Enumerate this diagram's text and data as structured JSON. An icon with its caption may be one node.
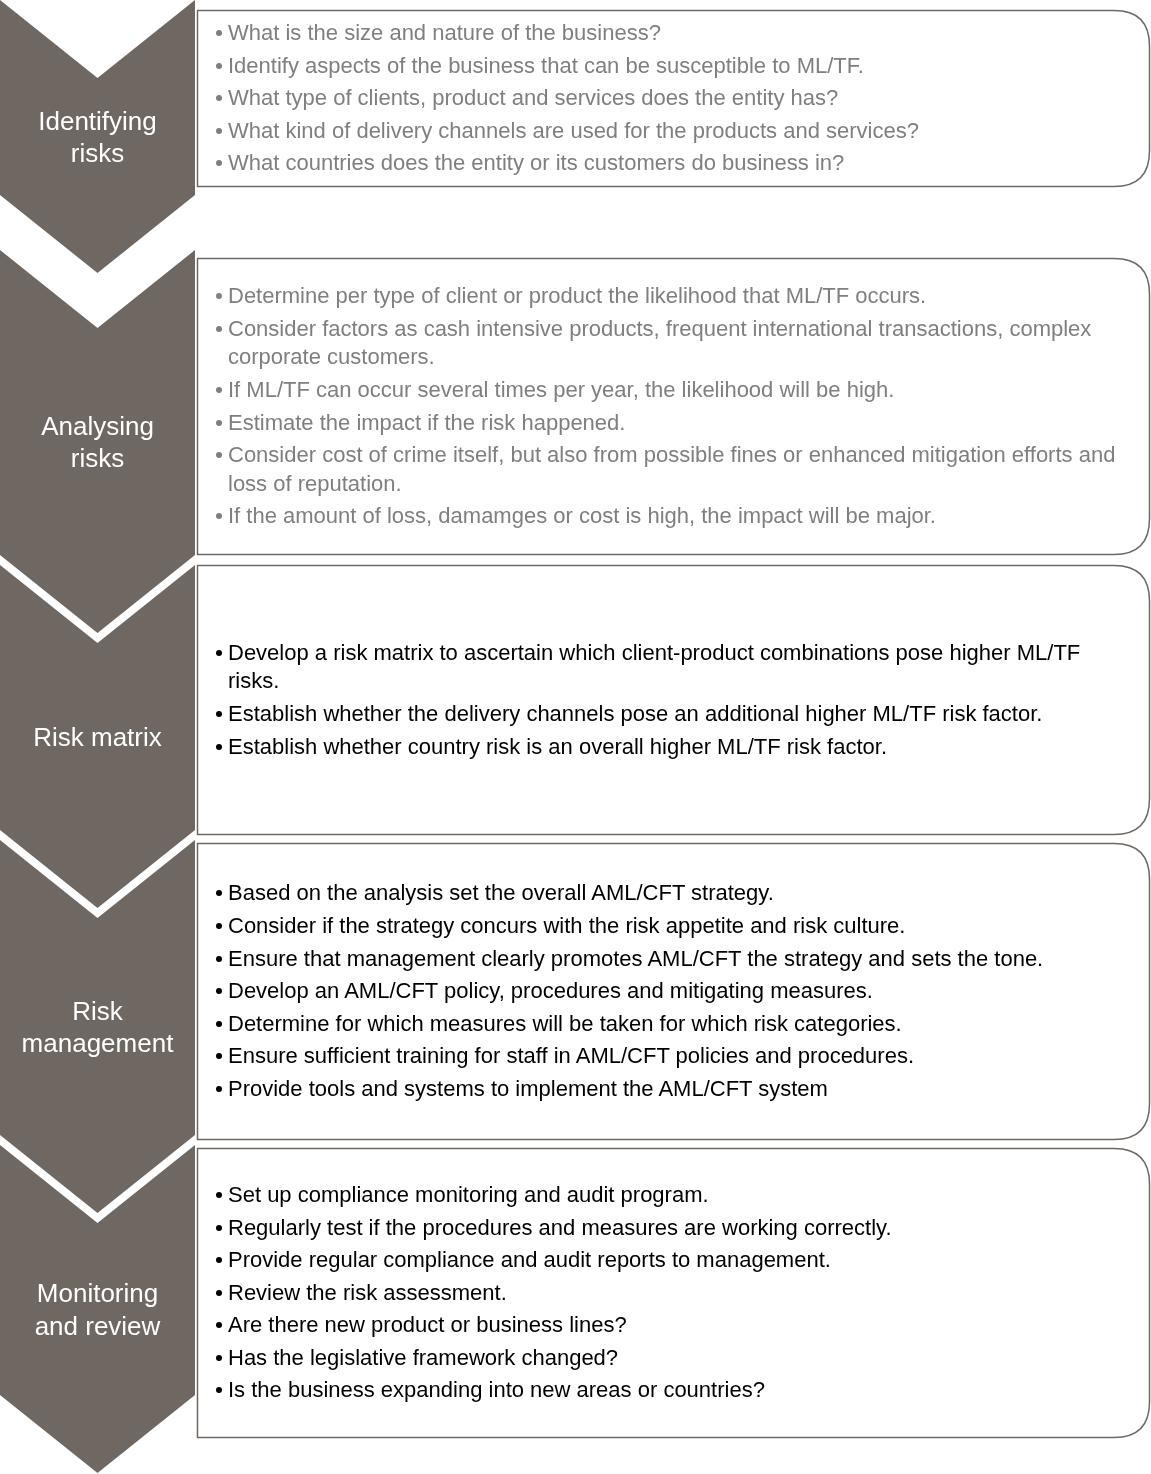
{
  "diagram": {
    "nodes": [
      {
        "text": [
          "Identifying risks"
        ]
      },
      {
        "text": [
          "What is the size and nature of the business?",
          "Identify aspects of the business that can be susceptible to ML/TF.",
          "What type of clients, product and services does the entity has?",
          "What kind of delivery channels are used for the products and services?",
          "What countries does the entity or its customers do business in?"
        ]
      },
      {
        "text": [
          "Analysing risks"
        ]
      },
      {
        "text": [
          "Determine per type of client or product the likelihood that ML/TF occurs.",
          "Consider factors as cash intensive products, frequent international transactions, complex corporate customers.",
          "If ML/TF can occur several times per year, the likelihood will be high.",
          "Estimate the impact if the risk happened.",
          "Consider cost of crime itself, but also from possible fines or enhanced mitigation efforts and loss of reputation.",
          "If the amount of loss, damamges or cost is high, the impact will be major."
        ]
      },
      {
        "text": [
          "Risk matrix"
        ]
      },
      {
        "text": [
          "Develop a risk matrix to ascertain which client-product combinations pose higher ML/TF risks.",
          "Establish whether the delivery channels pose an additional higher ML/TF risk factor.",
          "Establish whether country risk is an overall higher ML/TF risk factor."
        ]
      },
      {
        "text": [
          "Risk management"
        ]
      },
      {
        "text": [
          "Based on the analysis set the overall AML/CFT strategy.",
          "Consider if the strategy concurs with the risk appetite and risk culture.",
          "Ensure that management clearly promotes AML/CFT the strategy and sets the tone.",
          "Develop an AML/CFT policy, procedures and mitigating measures.",
          "Determine for which measures will be taken for which risk categories.",
          "Ensure sufficient training for staff in AML/CFT policies and procedures.",
          "Provide tools and systems to implement the AML/CFT system"
        ]
      },
      {
        "text": [
          "Monitoring and review"
        ]
      },
      {
        "text": [
          "Set up compliance monitoring and audit program.",
          "Regularly test if the procedures and measures are working correctly.",
          "Provide regular compliance and audit reports to management.",
          "Review the risk assessment.",
          "Are there new product or business lines?",
          "Has the legislative framework changed?",
          "Is the business expanding into new areas or countries?"
        ]
      }
    ]
  }
}
